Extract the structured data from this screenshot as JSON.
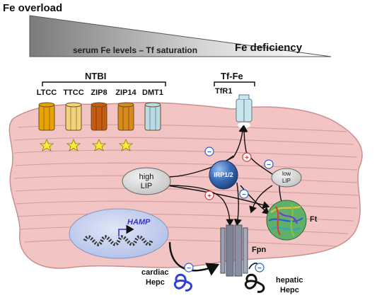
{
  "gradient": {
    "fe_overload": "Fe overload",
    "fe_deficiency": "Fe deficiency",
    "serum_label": "serum Fe levels – Tf saturation"
  },
  "groups": {
    "ntbi": "NTBI",
    "tf_fe": "Tf-Fe"
  },
  "transporters": [
    {
      "label": "LTCC",
      "color": "#e8a300"
    },
    {
      "label": "TTCC",
      "color": "#f3d27a"
    },
    {
      "label": "ZIP8",
      "color": "#c65c12"
    },
    {
      "label": "ZIP14",
      "color": "#d98a1c"
    },
    {
      "label": "DMT1",
      "color": "#b8dbe6"
    }
  ],
  "tfr1": {
    "label": "TfR1",
    "color": "#c9e6ee"
  },
  "nodes": {
    "high_lip_line1": "high",
    "high_lip_line2": "LIP",
    "low_lip_line1": "low",
    "low_lip_line2": "LIP",
    "irp": "IRP1/2",
    "ft": "Ft",
    "fpn": "Fpn",
    "hamp": "HAMP"
  },
  "hepcidin": {
    "cardiac_line1": "cardiac",
    "cardiac_line2": "Hepc",
    "hepatic_line1": "hepatic",
    "hepatic_line2": "Hepc"
  },
  "signs": {
    "minus": "−",
    "plus": "+"
  },
  "colors": {
    "cell": "#f2c4c4",
    "cell_stroke": "#c98f8f",
    "nucleus": "#c9d3ee",
    "hamp": "#3b2fd0",
    "cardiac_peptide": "#2f3fd8",
    "irp": "#2e5fa8"
  }
}
